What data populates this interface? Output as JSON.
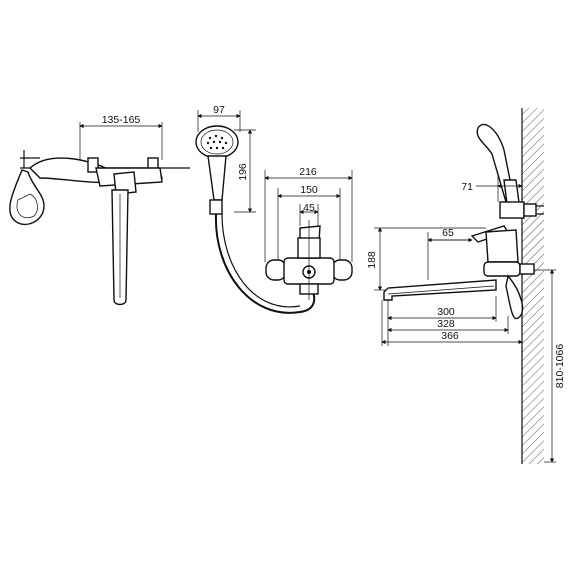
{
  "dimensions": {
    "holes_spacing": "135-165",
    "handshower_width": "97",
    "handshower_height": "196",
    "width_216": "216",
    "width_150": "150",
    "width_45": "45",
    "depth_65": "65",
    "height_188": "188",
    "depth_71": "71",
    "spout_300": "300",
    "spout_328": "328",
    "spout_366": "366",
    "mount_height": "810-1066"
  },
  "colors": {
    "line": "#111111",
    "background": "#ffffff"
  }
}
